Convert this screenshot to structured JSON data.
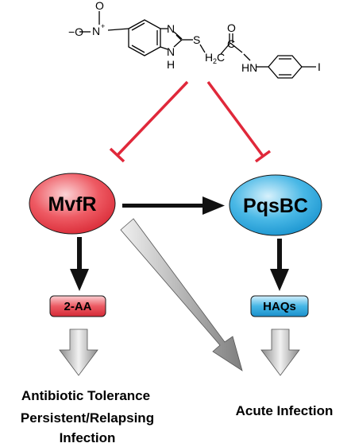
{
  "molecule": {
    "nitro_minus": "−O",
    "nitro_n": "N",
    "nitro_plus": "+",
    "nitro_o": "O",
    "ring_n_top": "N",
    "ring_n_bottom": "N",
    "ring_h": "H",
    "sulfur": "S",
    "methylene_h": "H",
    "methylene_sub": "2",
    "methylene_c": "C",
    "carbonyl_c": "C",
    "carbonyl_o": "O",
    "amide": "HN",
    "iodine": "I"
  },
  "nodes": {
    "mvfr": "MvfR",
    "pqsbc": "PqsBC"
  },
  "boxes": {
    "two_aa": "2-AA",
    "haqs": "HAQs"
  },
  "outcomes": {
    "left_line1": "Antibiotic Tolerance",
    "left_line2": "Persistent/Relapsing",
    "left_line3": "Infection",
    "right": "Acute Infection"
  },
  "colors": {
    "inhibition": "#e0283a",
    "mvfr_fill": "#e8424f",
    "pqsbc_fill": "#2aa6dc",
    "arrow_black": "#111111",
    "arrow_gray": "#9a9a9a"
  }
}
